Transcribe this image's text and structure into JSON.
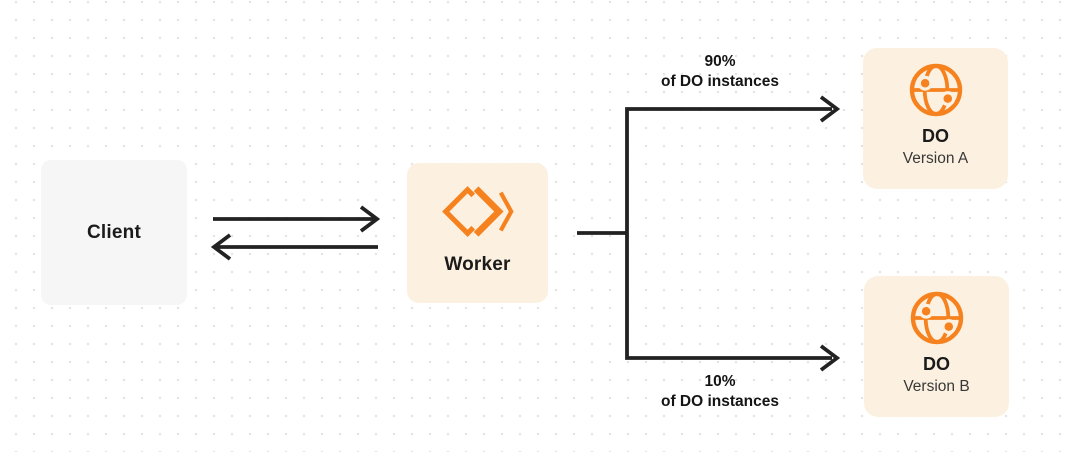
{
  "diagram": {
    "nodes": {
      "client": {
        "label": "Client"
      },
      "worker": {
        "label": "Worker"
      },
      "version_a": {
        "title": "DO",
        "subtitle": "Version A"
      },
      "version_b": {
        "title": "DO",
        "subtitle": "Version B"
      }
    },
    "edges": {
      "to_version_a": {
        "percent": "90%",
        "caption": "of DO instances"
      },
      "to_version_b": {
        "percent": "10%",
        "caption": "of DO instances"
      }
    },
    "icons": {
      "worker": "cloudflare-workers-logo",
      "version_a": "globe-icon",
      "version_b": "globe-icon"
    },
    "colors": {
      "accent_orange": "#f6821f",
      "node_cream_bg": "#fcf1e0",
      "client_gray_bg": "#f6f6f7",
      "line_dark": "#222222",
      "dot_grid": "#e4e4e7"
    }
  }
}
